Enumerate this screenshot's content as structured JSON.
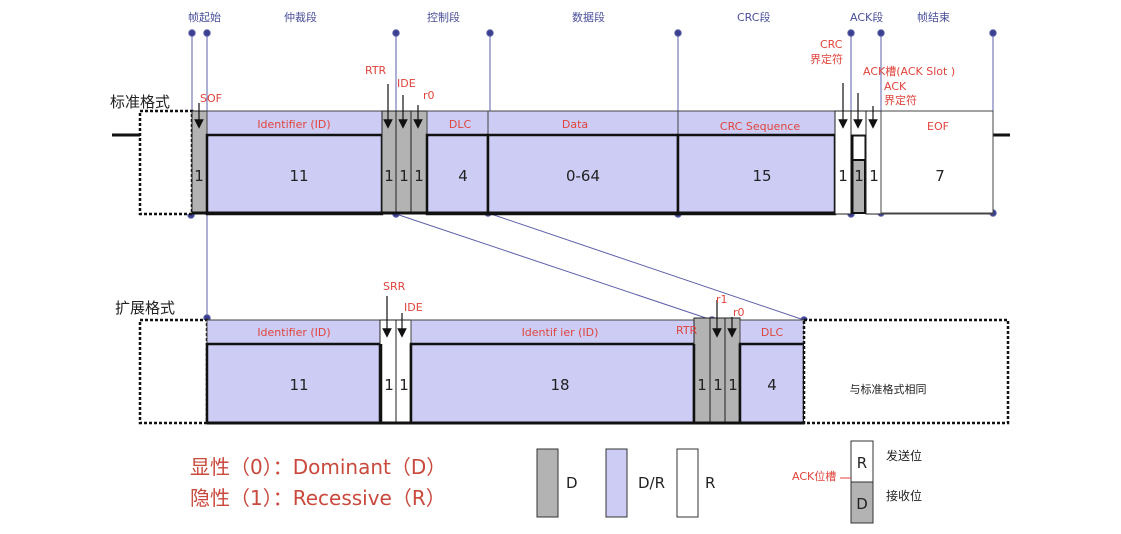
{
  "title": "CAN data frame: standard vs extended format",
  "colors": {
    "dominant": "#b3b3b3",
    "dominant_or_recessive": "#ccccf5",
    "recessive": "#ffffff",
    "marker": "#4a4f9a",
    "label_red": "#e0443c",
    "legend_red": "#c9493c"
  },
  "segments": {
    "sof": "帧起始",
    "arbitration": "仲裁段",
    "control": "控制段",
    "data": "数据段",
    "crc": "CRC段",
    "ack": "ACK段",
    "eof": "帧结束"
  },
  "standard": {
    "label": "标准格式",
    "annotations": {
      "sof": "SOF",
      "rtr": "RTR",
      "ide": "IDE",
      "r0": "r0",
      "crc_delim_1": "CRC",
      "crc_delim_2": "界定符",
      "ack_slot": "ACK槽(ACK Slot )",
      "ack_delim_1": "ACK",
      "ack_delim_2": "界定符"
    },
    "fields": [
      {
        "name": "SOF",
        "header": "",
        "bits": "1",
        "type": "D"
      },
      {
        "name": "Identifier",
        "header": "Identifier (ID)",
        "bits": "11",
        "type": "DR"
      },
      {
        "name": "RTR",
        "header": "",
        "bits": "1",
        "type": "D"
      },
      {
        "name": "IDE",
        "header": "",
        "bits": "1",
        "type": "D"
      },
      {
        "name": "r0",
        "header": "",
        "bits": "1",
        "type": "D"
      },
      {
        "name": "DLC",
        "header": "DLC",
        "bits": "4",
        "type": "DR"
      },
      {
        "name": "Data",
        "header": "Data",
        "bits": "0-64",
        "type": "DR"
      },
      {
        "name": "CRC",
        "header": "CRC Sequence",
        "bits": "15",
        "type": "DR"
      },
      {
        "name": "CRC delimiter",
        "header": "",
        "bits": "1",
        "type": "R"
      },
      {
        "name": "ACK slot",
        "header": "",
        "bits": "1",
        "type": "D"
      },
      {
        "name": "ACK delimiter",
        "header": "",
        "bits": "1",
        "type": "R"
      },
      {
        "name": "EOF",
        "header": "EOF",
        "bits": "7",
        "type": "R"
      }
    ]
  },
  "extended": {
    "label": "扩展格式",
    "annotations": {
      "srr": "SRR",
      "ide": "IDE",
      "rtr": "RTR",
      "r1": "r1",
      "r0": "r0"
    },
    "fields": [
      {
        "name": "Identifier base",
        "header": "Identifier (ID)",
        "bits": "11",
        "type": "DR"
      },
      {
        "name": "SRR",
        "header": "",
        "bits": "1",
        "type": "R"
      },
      {
        "name": "IDE",
        "header": "",
        "bits": "1",
        "type": "R"
      },
      {
        "name": "Identifier ext",
        "header": "Identif ier (ID)",
        "bits": "18",
        "type": "DR"
      },
      {
        "name": "RTR",
        "header": "",
        "bits": "1",
        "type": "D"
      },
      {
        "name": "r1",
        "header": "",
        "bits": "1",
        "type": "D"
      },
      {
        "name": "r0",
        "header": "",
        "bits": "1",
        "type": "D"
      },
      {
        "name": "DLC",
        "header": "DLC",
        "bits": "4",
        "type": "DR"
      }
    ],
    "same_as_standard": "与标准格式相同"
  },
  "legend": {
    "dominant_line": "显性（0）：Dominant（D）",
    "recessive_line": "隐性（1）：Recessive（R）",
    "d": "D",
    "dr": "D/R",
    "r": "R",
    "ack_bit": "ACK位槽",
    "ack_top": "R",
    "ack_bottom": "D",
    "send_bit": "发送位",
    "recv_bit": "接收位"
  }
}
